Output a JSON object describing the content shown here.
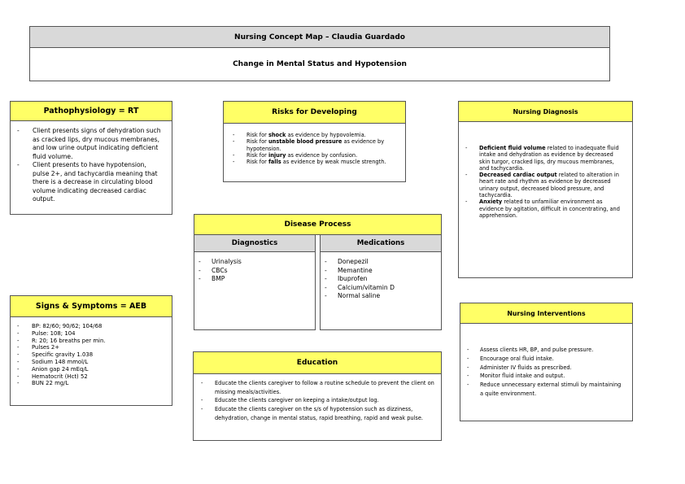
{
  "title": "Nursing Concept Map – Claudia Guardado",
  "subtitle": "Change in Mental Status and Hypotension",
  "pathophysiology": {
    "heading": "Pathophysiology = RT",
    "items": [
      "Client presents signs of dehydration such as cracked lips, dry mucous membranes, and low urine output indicating deficient fluid volume.",
      "Client presents to have hypotension, pulse 2+, and tachycardia meaning that there is a decrease in circulating blood volume indicating decreased cardiac output."
    ]
  },
  "risks": {
    "heading": "Risks for Developing",
    "items": [
      {
        "pre": "Risk for ",
        "bold": "shock",
        "post": " as evidence by hypovolemia."
      },
      {
        "pre": "Risk for ",
        "bold": "unstable blood pressure",
        "post": " as evidence by hypotension."
      },
      {
        "pre": "Risk for ",
        "bold": "injury",
        "post": " as evidence by confusion."
      },
      {
        "pre": "Risk for ",
        "bold": "falls",
        "post": " as evidence by weak muscle strength."
      }
    ]
  },
  "nursing_diagnosis": {
    "heading": "Nursing Diagnosis",
    "items": [
      {
        "bold": "Deficient fluid volume",
        "post": " related to inadequate fluid intake and dehydration as evidence by decreased skin turgor, cracked lips, dry mucous membranes, and tachycardia."
      },
      {
        "bold": "Decreased cardiac output",
        "post": " related to alteration in heart rate and rhythm as evidence by decreased urinary output, decreased blood pressure, and tachycardia."
      },
      {
        "bold": "Anxiety",
        "post": " related to unfamiliar environment as evidence by agitation, difficult in concentrating, and apprehension."
      }
    ]
  },
  "disease_process": {
    "heading": "Disease Process",
    "diagnostics": {
      "heading": "Diagnostics",
      "items": [
        "Urinalysis",
        "CBCs",
        "BMP"
      ]
    },
    "medications": {
      "heading": "Medications",
      "items": [
        "Donepezil",
        "Memantine",
        "Ibuprofen",
        "Calcium/vitamin D",
        "Normal saline"
      ]
    }
  },
  "signs_symptoms": {
    "heading": "Signs & Symptoms = AEB",
    "items": [
      "BP: 82/60; 90/62; 104/68",
      "Pulse: 108; 104",
      "R: 20; 16 breaths per min.",
      "Pulses 2+",
      "Specific gravity 1.038",
      "Sodium 148 mmol/L",
      "Anion gap 24 mEq/L",
      "Hematocrit (Hct) 52",
      "BUN 22 mg/L"
    ]
  },
  "education": {
    "heading": "Education",
    "items": [
      "Educate the clients caregiver to follow a routine schedule to prevent the client on missing meals/activities.",
      "Educate the clients caregiver on keeping a intake/output log.",
      "Educate the clients caregiver on the s/s of hypotension such as dizziness, dehydration, change in mental status, rapid breathing, rapid and weak pulse."
    ]
  },
  "nursing_interventions": {
    "heading": "Nursing Interventions",
    "items": [
      "Assess clients HR, BP, and pulse pressure.",
      "Encourage oral fluid intake.",
      "Administer IV fluids as prescribed.",
      "Monitor fluid intake and output.",
      "Reduce unnecessary external stimuli by maintaining a quite environment."
    ]
  },
  "colors": {
    "header_yellow": "#ffff66",
    "header_gray": "#d9d9d9",
    "border": "#555555"
  }
}
